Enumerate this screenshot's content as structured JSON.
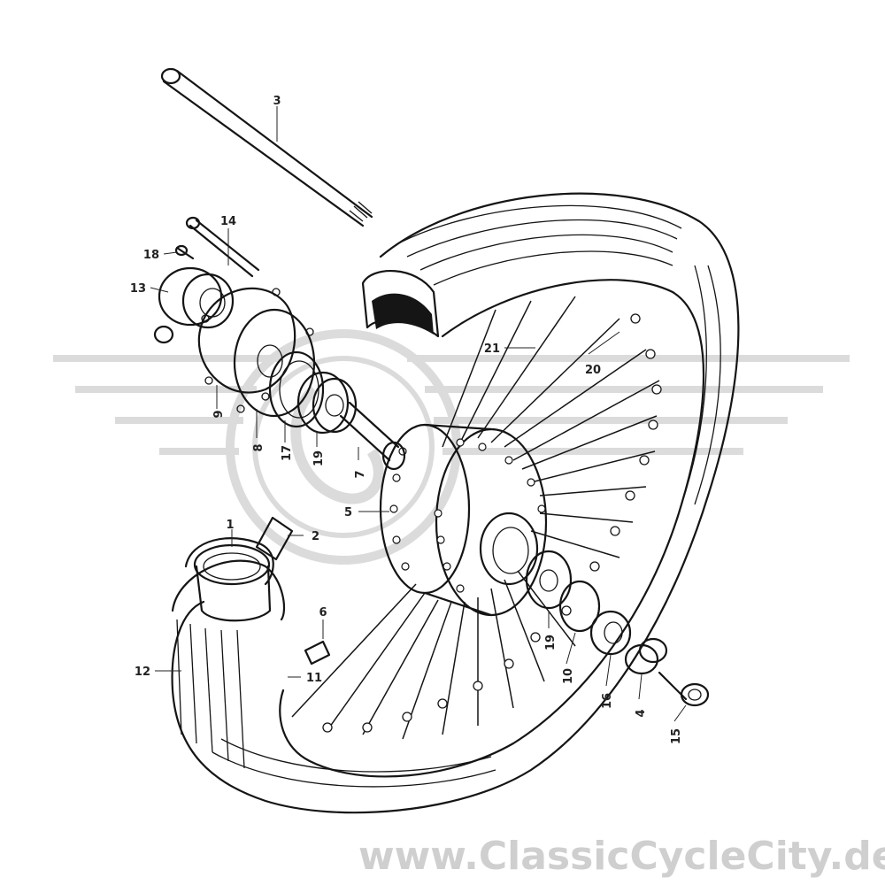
{
  "watermark": {
    "url_text": "www.ClassicCycleCity.de",
    "logo_color": "#d8d8d8",
    "text_color": "#cfcfcf"
  },
  "callouts": [
    {
      "id": "c1",
      "label": "1"
    },
    {
      "id": "c2",
      "label": "2"
    },
    {
      "id": "c3",
      "label": "3"
    },
    {
      "id": "c4",
      "label": "4"
    },
    {
      "id": "c5",
      "label": "5"
    },
    {
      "id": "c6",
      "label": "6"
    },
    {
      "id": "c7",
      "label": "7"
    },
    {
      "id": "c8",
      "label": "8"
    },
    {
      "id": "c9",
      "label": "9"
    },
    {
      "id": "c10",
      "label": "10"
    },
    {
      "id": "c11",
      "label": "11"
    },
    {
      "id": "c12",
      "label": "12"
    },
    {
      "id": "c13",
      "label": "13"
    },
    {
      "id": "c14",
      "label": "14"
    },
    {
      "id": "c15",
      "label": "15"
    },
    {
      "id": "c16",
      "label": "16"
    },
    {
      "id": "c17",
      "label": "17"
    },
    {
      "id": "c18",
      "label": "18"
    },
    {
      "id": "c19a",
      "label": "19"
    },
    {
      "id": "c19b",
      "label": "19"
    },
    {
      "id": "c20",
      "label": "20"
    },
    {
      "id": "c21",
      "label": "21"
    }
  ]
}
